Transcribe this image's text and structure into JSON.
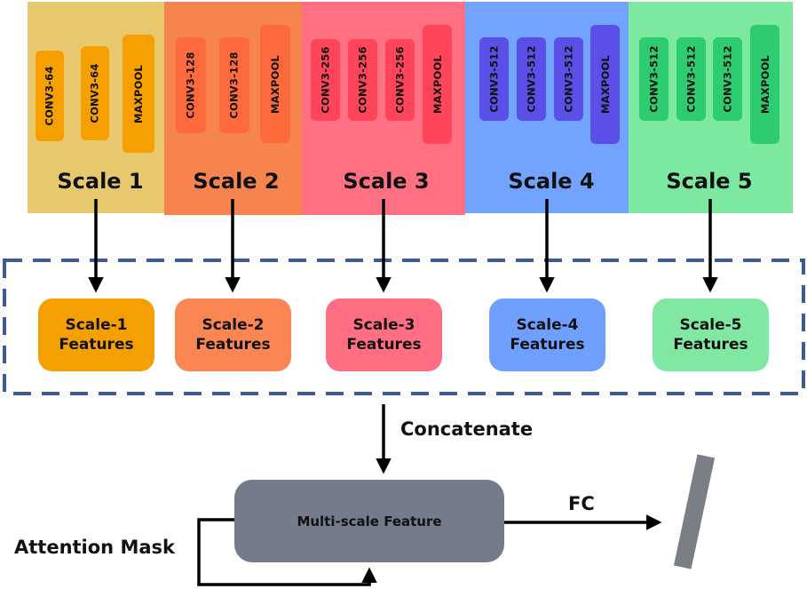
{
  "scales": [
    {
      "title": "Scale 1",
      "bg": "#e8c86e",
      "layer_color": "#f5a000",
      "layers": [
        "CONV3-64",
        "CONV3-64",
        "MAXPOOL"
      ],
      "feature_line1": "Scale-1",
      "feature_line2": "Features",
      "feature_color": "#f5a000"
    },
    {
      "title": "Scale 2",
      "bg": "#f6844f",
      "layer_color": "#ff6a3d",
      "layers": [
        "CONV3-128",
        "CONV3-128",
        "MAXPOOL"
      ],
      "feature_line1": "Scale-2",
      "feature_line2": "Features",
      "feature_color": "#fa8653"
    },
    {
      "title": "Scale 3",
      "bg": "#ff7083",
      "layer_color": "#ff4559",
      "layers": [
        "CONV3-256",
        "CONV3-256",
        "CONV3-256",
        "MAXPOOL"
      ],
      "feature_line1": "Scale-3",
      "feature_line2": "Features",
      "feature_color": "#ff6e82"
    },
    {
      "title": "Scale 4",
      "bg": "#72a3ff",
      "layer_color": "#5a4fe6",
      "layers": [
        "CONV3-512",
        "CONV3-512",
        "CONV3-512",
        "MAXPOOL"
      ],
      "feature_line1": "Scale-4",
      "feature_line2": "Features",
      "feature_color": "#6fa0ff"
    },
    {
      "title": "Scale 5",
      "bg": "#7de8a0",
      "layer_color": "#2ecc71",
      "layers": [
        "CONV3-512",
        "CONV3-512",
        "CONV3-512",
        "MAXPOOL"
      ],
      "feature_line1": "Scale-5",
      "feature_line2": "Features",
      "feature_color": "#80e8a2"
    }
  ],
  "labels": {
    "concatenate": "Concatenate",
    "multi_scale_feature": "Multi-scale Feature",
    "fc": "FC",
    "attention_mask": "Attention Mask"
  },
  "colors": {
    "dashed_border": "#3a5a9a",
    "feature_node": "#747c8a",
    "output_bar": "#7a7f86",
    "arrow": "#000000"
  }
}
